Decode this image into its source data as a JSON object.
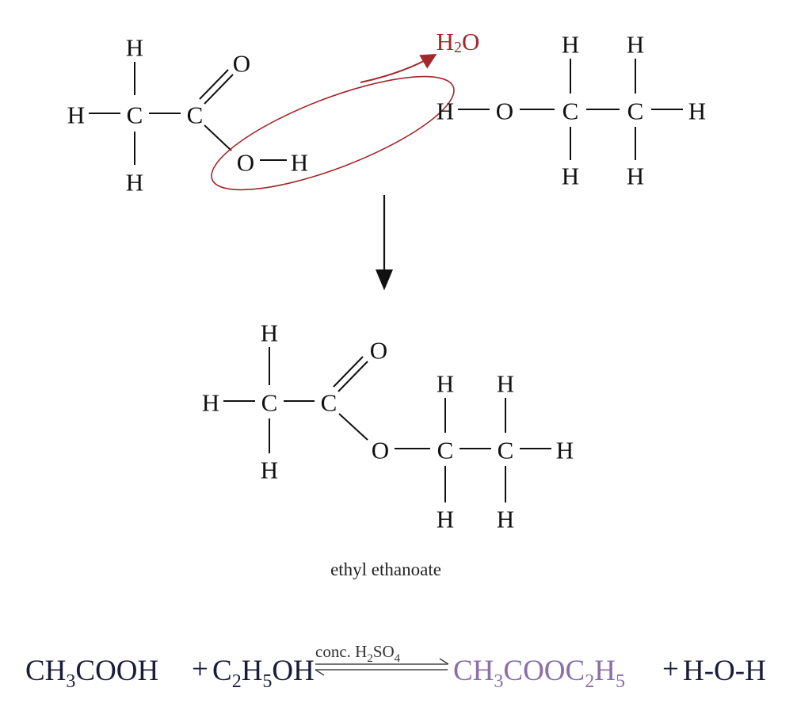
{
  "reactant_acid": {
    "atoms": [
      "H",
      "H",
      "C",
      "C",
      "O",
      "O",
      "H",
      "H"
    ]
  },
  "water_removed": {
    "label": "H",
    "sub": "2",
    "label2": "O",
    "color": "#a3282b"
  },
  "reactant_alcohol": {
    "atoms": [
      "H",
      "O",
      "C",
      "C",
      "H",
      "H",
      "H",
      "H",
      "H"
    ]
  },
  "product": {
    "atoms": [
      "H",
      "H",
      "C",
      "C",
      "O",
      "O",
      "C",
      "C",
      "H",
      "H",
      "H",
      "H",
      "H",
      "H"
    ],
    "name": "ethyl ethanoate"
  },
  "equation": {
    "reactant1": [
      "CH",
      "3",
      "COOH"
    ],
    "plus1": "+",
    "reactant2": [
      "C",
      "2",
      "H",
      "5",
      "OH"
    ],
    "condition": [
      "conc. H",
      "2",
      "SO",
      "4"
    ],
    "product1": [
      "CH",
      "3",
      "COOC",
      "2",
      "H",
      "5"
    ],
    "plus2": "+",
    "product2": "H-O-H",
    "product_color": "#8a6fa8"
  }
}
